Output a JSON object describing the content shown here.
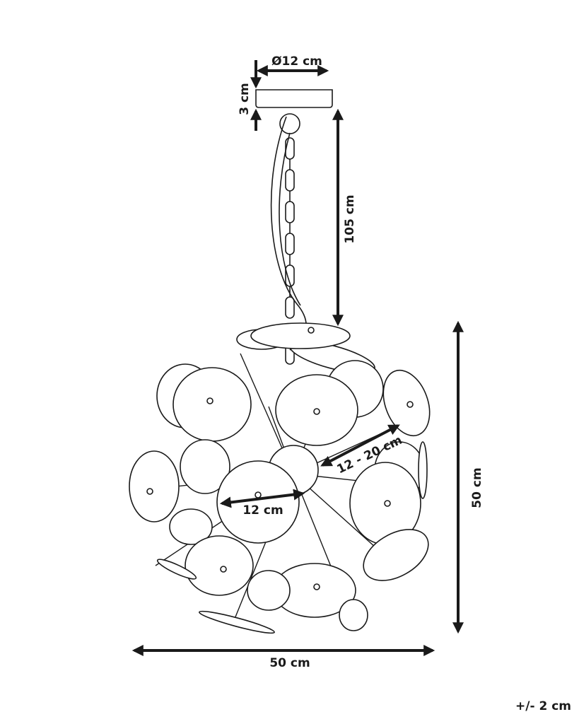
{
  "dimensions": {
    "canopy_diameter": "Ø12 cm",
    "canopy_height": "3 cm",
    "chain_length": "105 cm",
    "total_height": "50 cm",
    "total_width": "50 cm",
    "disc_diameter": "12 cm",
    "rod_length": "12 - 20 cm",
    "tolerance": "+/- 2 cm"
  }
}
